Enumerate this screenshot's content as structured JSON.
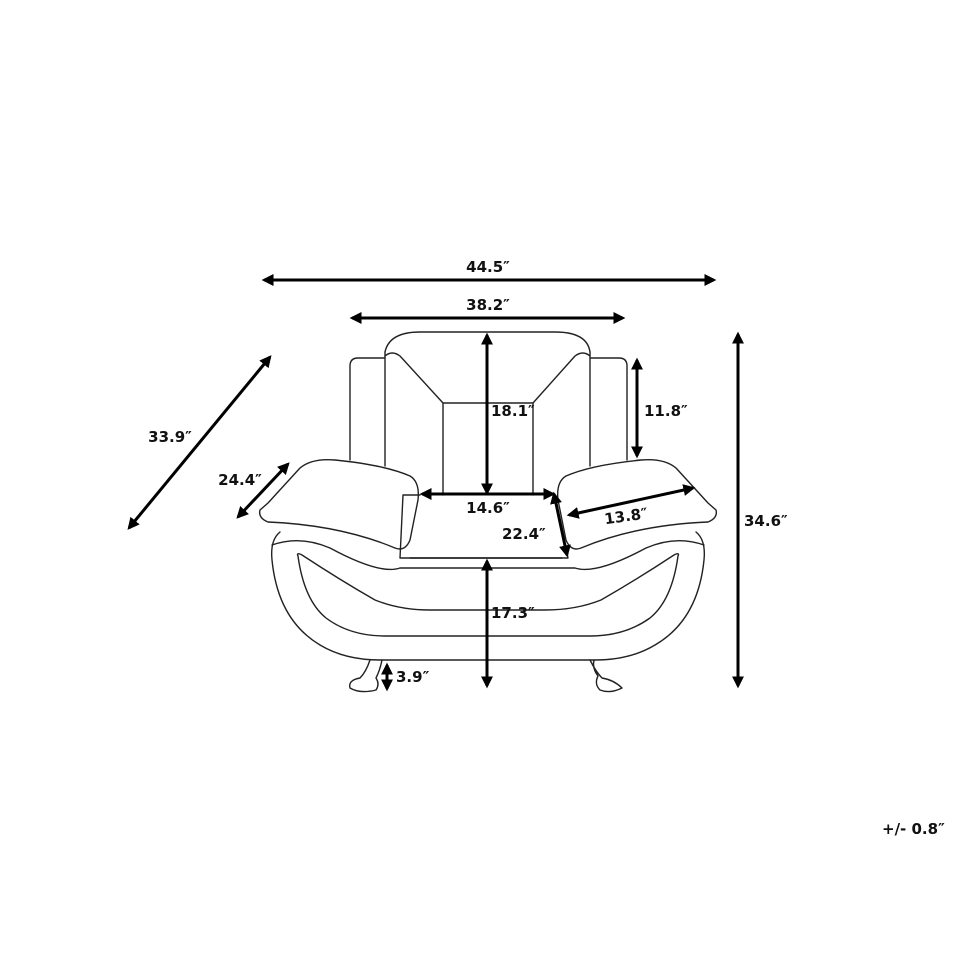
{
  "dimensions": {
    "overall_width": "44.5″",
    "back_width": "38.2″",
    "overall_depth": "33.9″",
    "arm_depth": "24.4″",
    "back_height": "18.1″",
    "arm_to_top_height": "11.8″",
    "overall_height": "34.6″",
    "seat_width": "14.6″",
    "seat_depth": "22.4″",
    "arm_width": "13.8″",
    "seat_height": "17.3″",
    "leg_height": "3.9″"
  },
  "tolerance": "+/- 0.8″",
  "colors": {
    "line": "#222222",
    "arrow": "#000000"
  }
}
